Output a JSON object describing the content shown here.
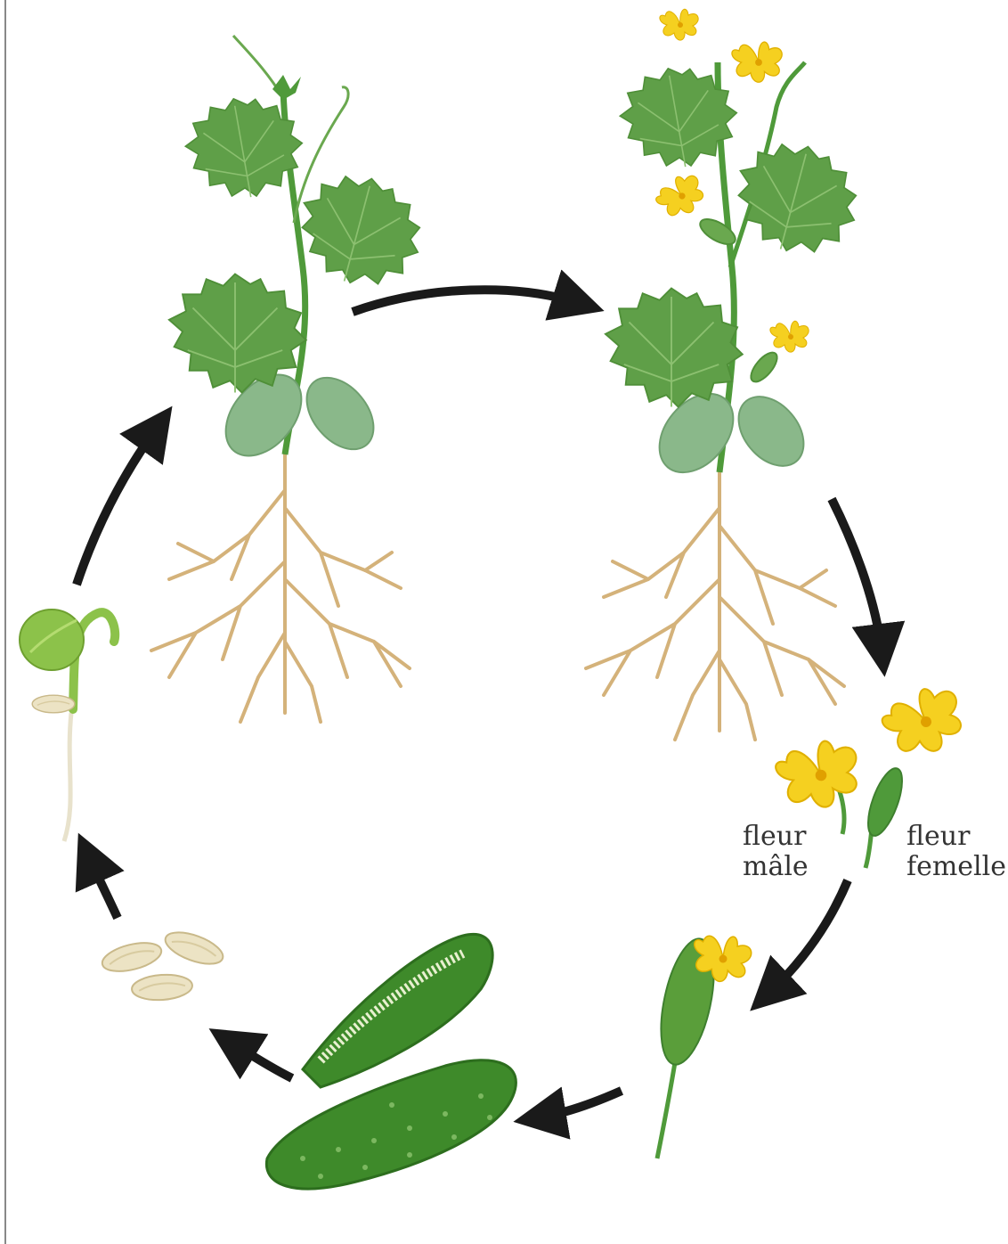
{
  "labels": {
    "male_flower": [
      "fleur",
      "mâle"
    ],
    "female_flower": [
      "fleur",
      "femelle"
    ]
  },
  "stages": [
    {
      "id": "germination",
      "icon": "sprouting-seed-icon"
    },
    {
      "id": "young-plant",
      "icon": "young-plant-icon"
    },
    {
      "id": "flowering-plant",
      "icon": "flowering-plant-icon"
    },
    {
      "id": "flowers",
      "icon": "flowers-icon"
    },
    {
      "id": "young-fruit",
      "icon": "young-cucumber-icon"
    },
    {
      "id": "ripe-fruit",
      "icon": "cucumber-icon"
    },
    {
      "id": "seeds",
      "icon": "seeds-icon"
    }
  ],
  "colors": {
    "leaf": "#5f9f48",
    "leaf_dark": "#3f7f2f",
    "stem": "#4f9a3a",
    "cotyledon": "#8ab88a",
    "root": "#d4b27a",
    "flower": "#f5d020",
    "flower_center": "#e0a000",
    "cucumber": "#3e8a2a",
    "cucumber_dark": "#2d6e1e",
    "seed": "#ece3c4",
    "seed_edge": "#c9b98a",
    "arrow": "#1a1a1a",
    "border": "#888888"
  }
}
